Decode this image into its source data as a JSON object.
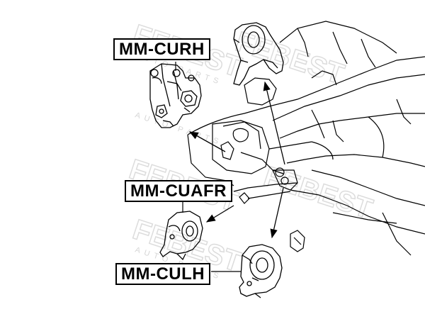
{
  "labels": {
    "curh": "MM-CURH",
    "cuafr": "MM-CUAFR",
    "culh": "MM-CULH"
  },
  "watermark": {
    "logo_text": "FEBEST",
    "sub_text": "AUTO PARTS"
  },
  "icons": [
    "arrow-icon"
  ],
  "colors": {
    "line": "#000000",
    "background": "#ffffff",
    "watermark": "#d9d9d9"
  }
}
